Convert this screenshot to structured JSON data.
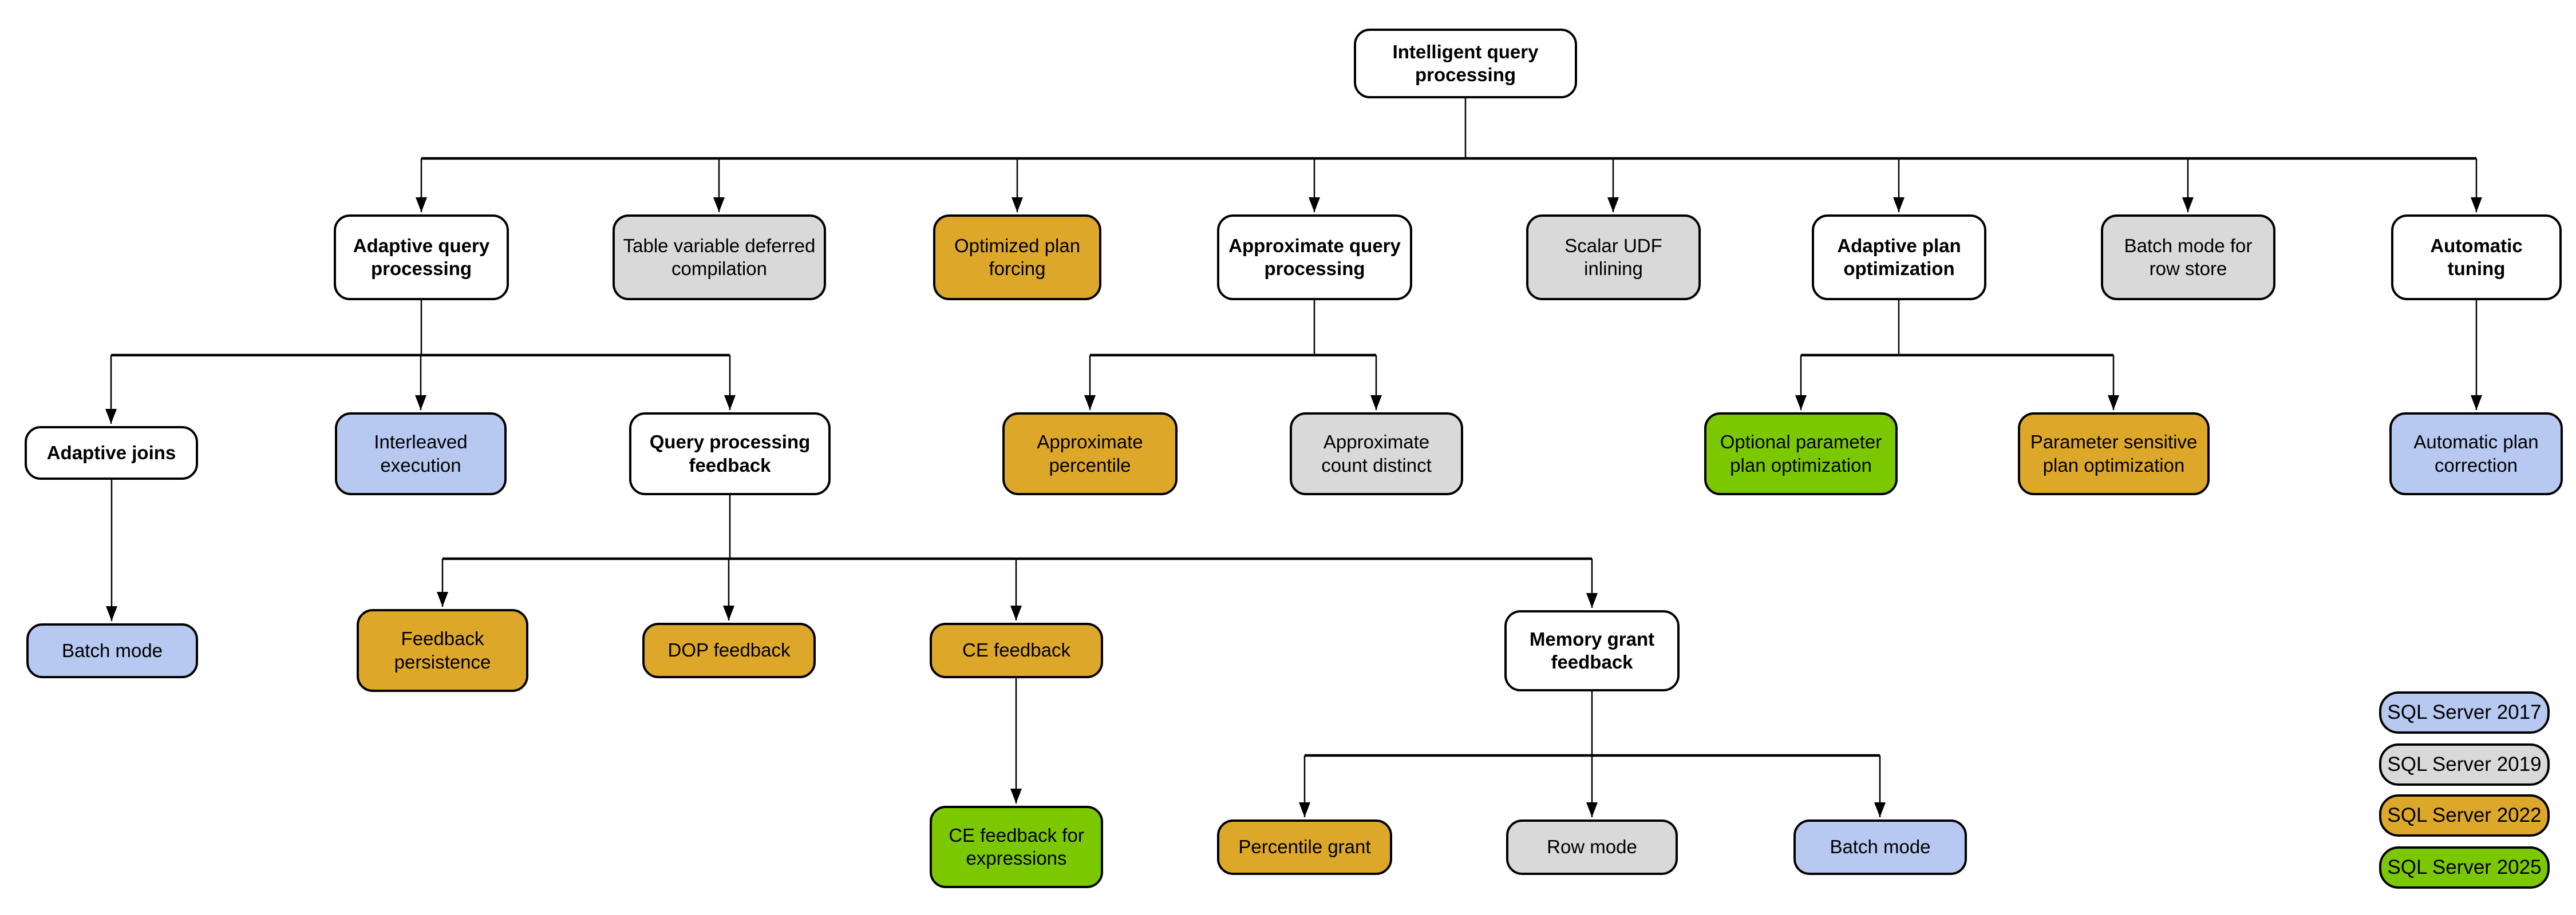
{
  "colors": {
    "category": "#ffffff",
    "sql2017": "#b7c8f1",
    "sql2019": "#d9d9d9",
    "sql2022": "#dda829",
    "sql2025": "#7cc800"
  },
  "nodes": {
    "root": {
      "label": "Intelligent query processing",
      "version": "category"
    },
    "aqp": {
      "label": "Adaptive query processing",
      "version": "category"
    },
    "tvdc": {
      "label": "Table variable deferred compilation",
      "version": "sql2019"
    },
    "opf": {
      "label": "Optimized plan forcing",
      "version": "sql2022"
    },
    "aqproc": {
      "label": "Approximate query processing",
      "version": "category"
    },
    "sudf": {
      "label": "Scalar UDF inlining",
      "version": "sql2019"
    },
    "apo": {
      "label": "Adaptive plan optimization",
      "version": "category"
    },
    "bmrs": {
      "label": "Batch mode for row store",
      "version": "sql2019"
    },
    "at": {
      "label": "Automatic tuning",
      "version": "category"
    },
    "aj": {
      "label": "Adaptive joins",
      "version": "category"
    },
    "ie": {
      "label": "Interleaved execution",
      "version": "sql2017"
    },
    "qpf": {
      "label": "Query processing feedback",
      "version": "category"
    },
    "ap": {
      "label": "Approximate percentile",
      "version": "sql2022"
    },
    "acd": {
      "label": "Approximate count distinct",
      "version": "sql2019"
    },
    "oppo": {
      "label": "Optional parameter plan optimization",
      "version": "sql2025"
    },
    "pspo": {
      "label": "Parameter sensitive plan optimization",
      "version": "sql2022"
    },
    "apc": {
      "label": "Automatic plan correction",
      "version": "sql2017"
    },
    "bm1": {
      "label": "Batch mode",
      "version": "sql2017"
    },
    "fp": {
      "label": "Feedback persistence",
      "version": "sql2022"
    },
    "dop": {
      "label": "DOP feedback",
      "version": "sql2022"
    },
    "cef": {
      "label": "CE feedback",
      "version": "sql2022"
    },
    "mgf": {
      "label": "Memory grant feedback",
      "version": "category"
    },
    "cefe": {
      "label": "CE feedback for expressions",
      "version": "sql2025"
    },
    "pg": {
      "label": "Percentile grant",
      "version": "sql2022"
    },
    "rm": {
      "label": "Row mode",
      "version": "sql2019"
    },
    "bm2": {
      "label": "Batch mode",
      "version": "sql2017"
    }
  },
  "legend": {
    "items": [
      {
        "label": "SQL Server 2017",
        "version": "sql2017"
      },
      {
        "label": "SQL Server 2019",
        "version": "sql2019"
      },
      {
        "label": "SQL Server 2022",
        "version": "sql2022"
      },
      {
        "label": "SQL Server 2025",
        "version": "sql2025"
      }
    ]
  }
}
